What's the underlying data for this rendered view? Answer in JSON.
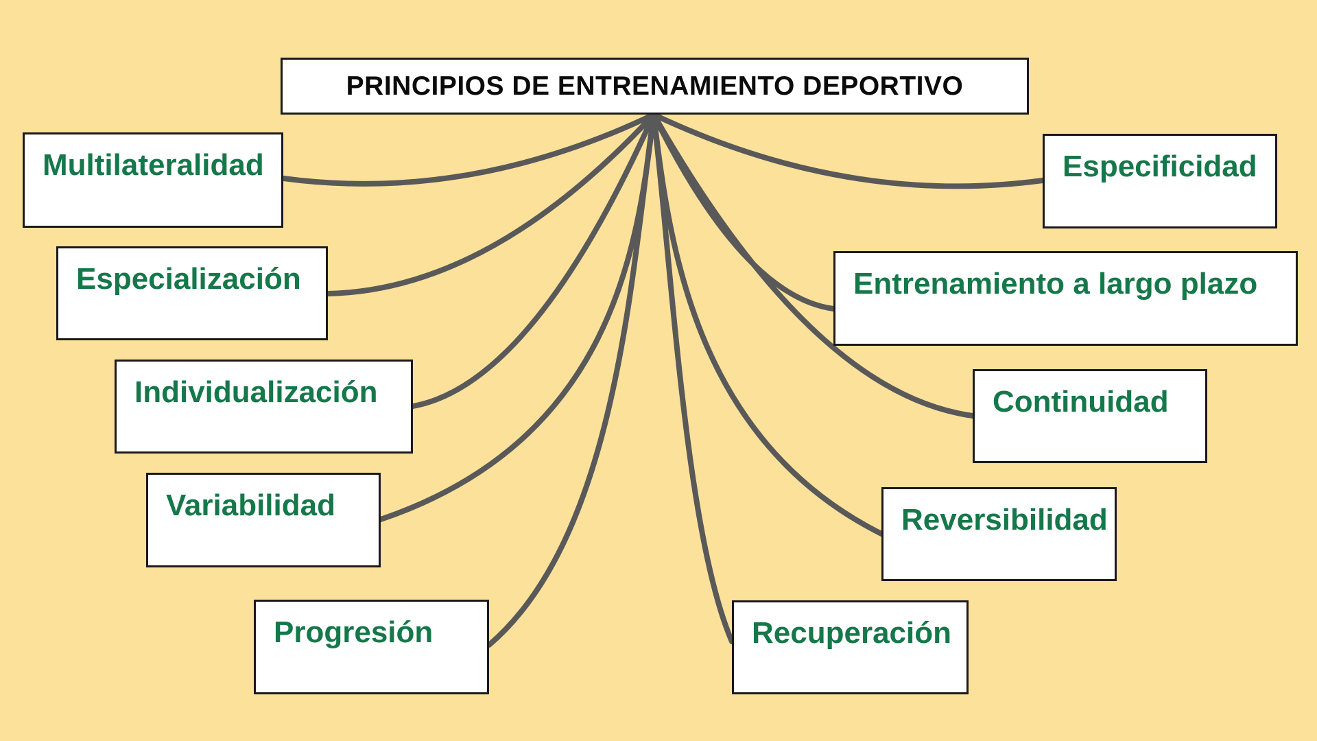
{
  "title": "PRINCIPIOS DE ENTRENAMIENTO DEPORTIVO",
  "nodes": [
    {
      "id": "multilateralidad",
      "label": "Multilateralidad",
      "side": "left"
    },
    {
      "id": "especializacion",
      "label": "Especialización",
      "side": "left"
    },
    {
      "id": "individualizacion",
      "label": "Individualización",
      "side": "left"
    },
    {
      "id": "variabilidad",
      "label": "Variabilidad",
      "side": "left"
    },
    {
      "id": "progresion",
      "label": "Progresión",
      "side": "left"
    },
    {
      "id": "especificidad",
      "label": "Especificidad",
      "side": "right"
    },
    {
      "id": "entrenamiento-largo-plazo",
      "label": "Entrenamiento a largo plazo",
      "side": "right"
    },
    {
      "id": "continuidad",
      "label": "Continuidad",
      "side": "right"
    },
    {
      "id": "reversibilidad",
      "label": "Reversibilidad",
      "side": "right"
    },
    {
      "id": "recuperacion",
      "label": "Recuperación",
      "side": "right"
    }
  ],
  "connections": [
    {
      "from": "title",
      "to": "multilateralidad"
    },
    {
      "from": "title",
      "to": "especializacion"
    },
    {
      "from": "title",
      "to": "individualizacion"
    },
    {
      "from": "title",
      "to": "variabilidad"
    },
    {
      "from": "title",
      "to": "progresion"
    },
    {
      "from": "title",
      "to": "especificidad"
    },
    {
      "from": "title",
      "to": "entrenamiento-largo-plazo"
    },
    {
      "from": "title",
      "to": "continuidad"
    },
    {
      "from": "title",
      "to": "reversibilidad"
    },
    {
      "from": "title",
      "to": "recuperacion"
    }
  ],
  "colors": {
    "background": "#FCE19B",
    "connector_line": "#595959",
    "node_text": "#15784A",
    "title_text": "#0B0B0B",
    "box_fill": "#FFFFFF",
    "box_border": "#1A1A1A"
  }
}
